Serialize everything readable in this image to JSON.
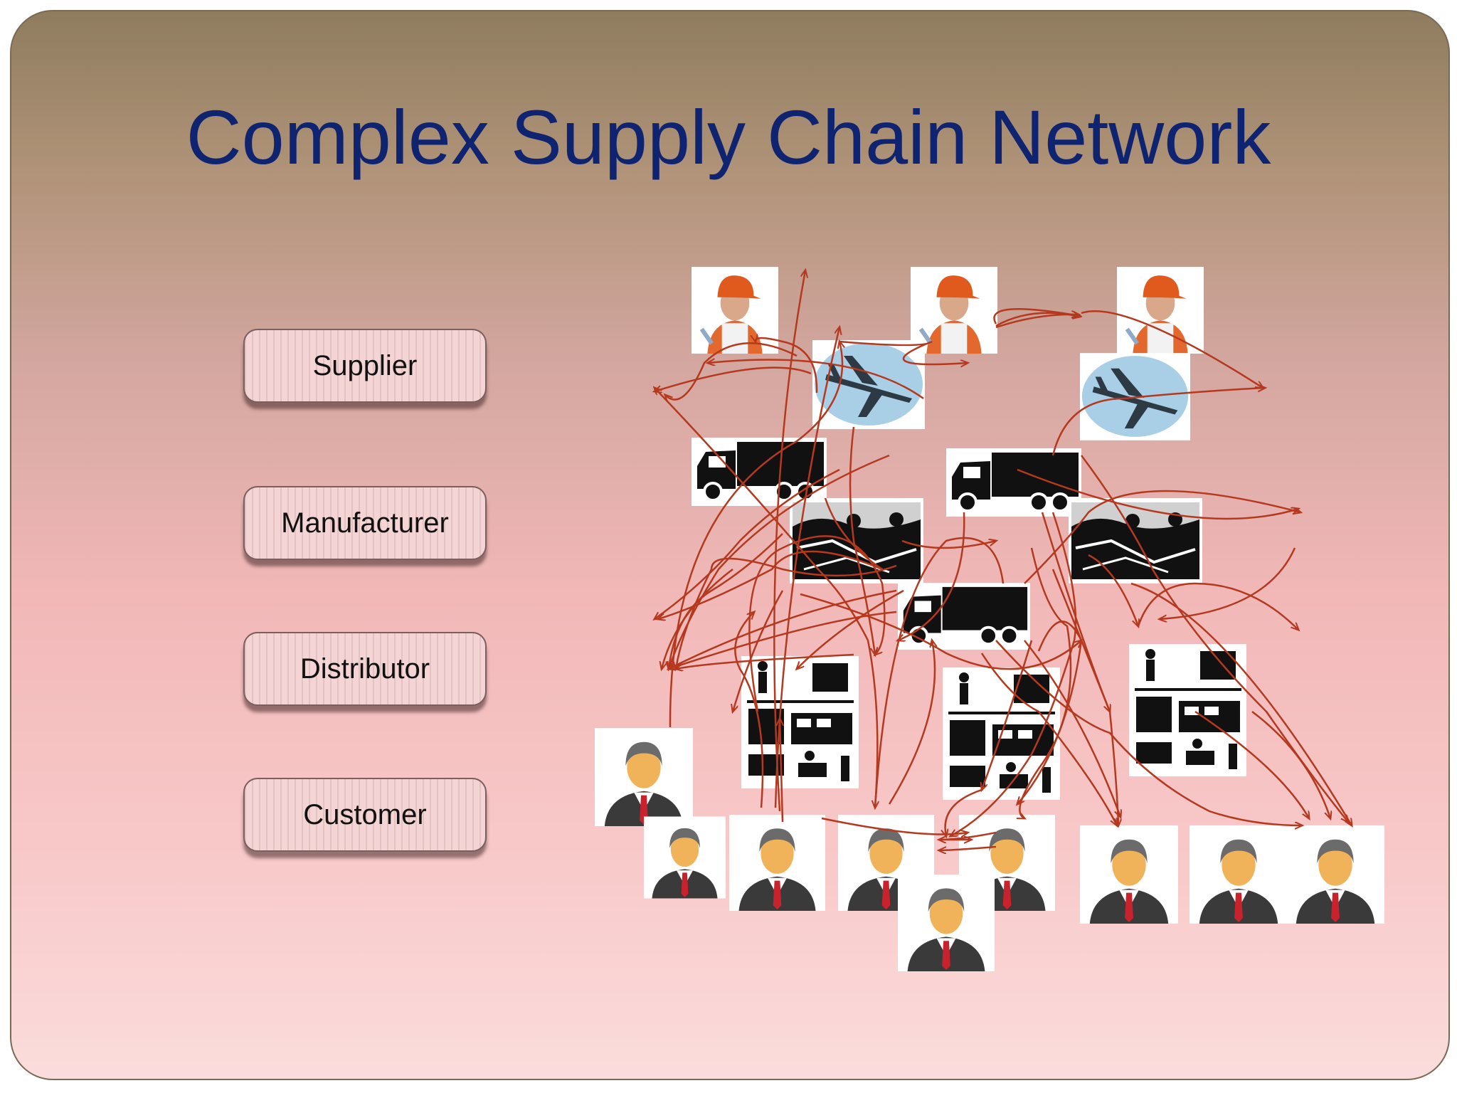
{
  "title": "Complex Supply Chain Network",
  "legend": {
    "supplier": "Supplier",
    "manufacturer": "Manufacturer",
    "distributor": "Distributor",
    "customer": "Customer"
  },
  "colors": {
    "title": "#0f2470",
    "arrows": "#b5391e",
    "background_top": "#8f7c5e",
    "background_bottom": "#fbdcdc"
  },
  "icons": {
    "supplier": "worker-icon",
    "air_transport": "airplane-icon",
    "road_transport": "truck-icon",
    "manufacturer": "factory-workers-icon",
    "distributor": "warehouse-icon",
    "customer": "businessman-icon"
  }
}
